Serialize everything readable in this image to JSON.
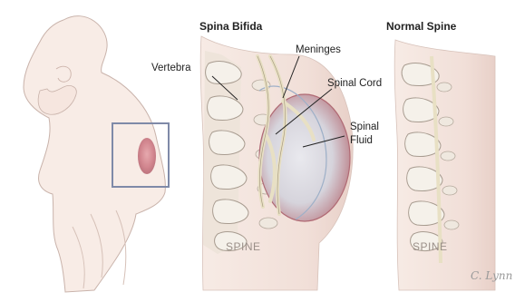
{
  "titles": {
    "left": "Spina Bifida",
    "right": "Normal Spine"
  },
  "labels": {
    "vertebra": "Vertebra",
    "meninges": "Meninges",
    "spinal_cord": "Spinal Cord",
    "spinal_fluid_line1": "Spinal",
    "spinal_fluid_line2": "Fluid"
  },
  "captions": {
    "left": "SPINE",
    "right": "SPINE"
  },
  "signature": "C. Lynn",
  "colors": {
    "skin": "#f8ece6",
    "skin_shadow": "#ead7cf",
    "bone": "#f5f1ea",
    "bone_shadow": "#bdb2a6",
    "sac": "#c87e86",
    "highlight_box": "#7f8aa8",
    "nerve": "#efe8cf"
  }
}
